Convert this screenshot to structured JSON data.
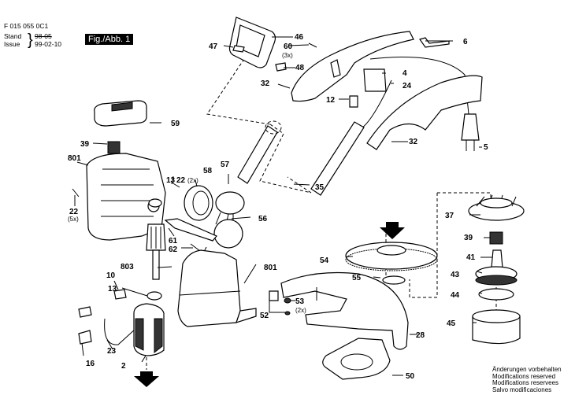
{
  "header": {
    "doc_number": "F 015 055 0C1",
    "stand_label": "Stand",
    "issue_label": "Issue",
    "stand_value_struck": "98-05",
    "issue_value": "99-02-10",
    "figure_label": "Fig./Abb. 1"
  },
  "footer_notes": [
    "Änderungen vorbehalten",
    "Modifications reserved",
    "Modifications reservees",
    "Salvo modificaciones"
  ],
  "callouts": {
    "p46": "46",
    "p47": "47",
    "p60": "60",
    "p60q": "(3x)",
    "p48": "48",
    "p6": "6",
    "p4": "4",
    "p24": "24",
    "p32a": "32",
    "p32b": "32",
    "p12": "12",
    "p5": "5",
    "p59": "59",
    "p39a": "39",
    "p801a": "801",
    "p22a": "22",
    "p22aq": "(5x)",
    "p13a": "13",
    "p22b": "22",
    "p22bq": "(2x)",
    "p58": "58",
    "p57": "57",
    "p35": "35",
    "p56": "56",
    "p61": "61",
    "p62": "62",
    "p803": "803",
    "p801b": "801",
    "p10": "10",
    "p13b": "13",
    "p37": "37",
    "p39b": "39",
    "p54": "54",
    "p41": "41",
    "p55": "55",
    "p43": "43",
    "p44": "44",
    "p53": "53",
    "p53q": "(2x)",
    "p52": "52",
    "p45": "45",
    "p28": "28",
    "p23": "23",
    "p16": "16",
    "p2": "2",
    "p50": "50"
  }
}
